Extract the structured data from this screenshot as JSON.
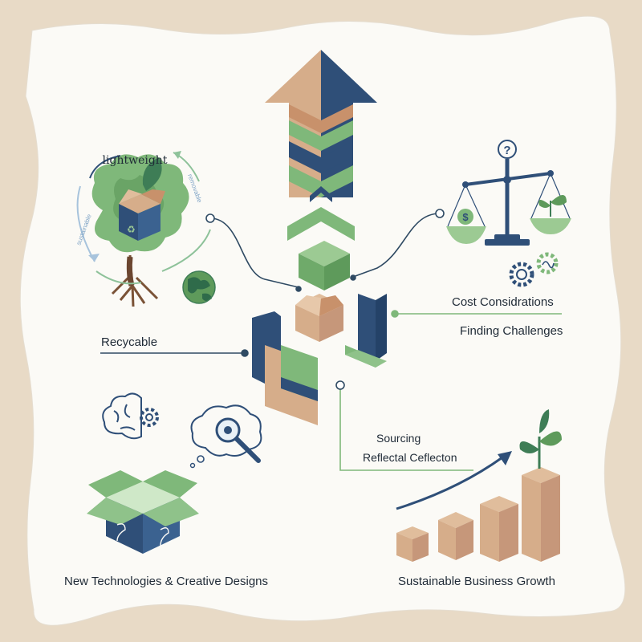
{
  "labels": {
    "lightweight": "lightweight",
    "recyclable": "Recycable",
    "cost": "Cost Considrations",
    "finding": "Finding Challenges",
    "sourcing": "Sourcing",
    "reflectal": "Reflectal Ceflecton",
    "new_tech": "New Technologies & Creative Designs",
    "growth": "Sustainable Business Growth",
    "cycle_right": "removable",
    "cycle_left": "sustainable"
  },
  "colors": {
    "background_paper": "#e8dac6",
    "card": "#fbfaf6",
    "navy": "#2f4f78",
    "green": "#7fb87a",
    "kraft": "#d6ad8a",
    "line": "#2f4a63"
  },
  "icons": [
    "tree-box-icon",
    "globe-icon",
    "recycle-cycle-icon",
    "arrow-up-icon",
    "cube-icon",
    "balance-scale-icon",
    "dollar-icon",
    "plant-icon",
    "gears-icon",
    "question-icon",
    "brain-gear-icon",
    "magnifier-icon",
    "open-box-icon",
    "growth-boxes-icon",
    "trend-arrow-icon"
  ]
}
